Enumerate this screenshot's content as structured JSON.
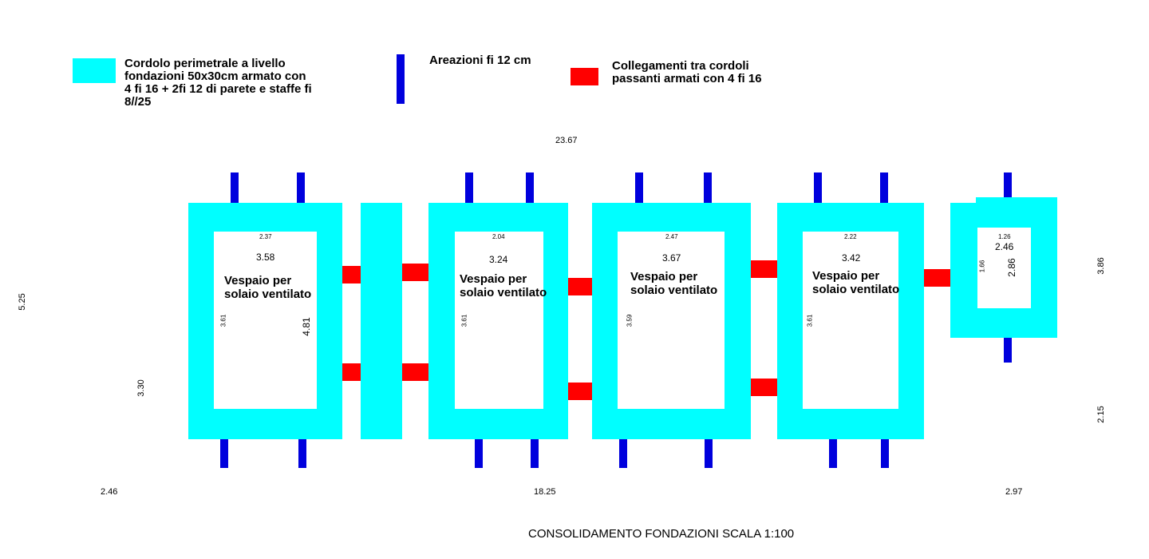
{
  "legend": {
    "cordolo": "Cordolo perimetrale a livello\nfondazioni 50x30cm armato con\n4 fi 16 + 2fi 12 di parete e staffe fi\n 8//25",
    "areazioni": "Areazioni fi 12 cm",
    "collegamenti": "Collegamenti tra cordoli\npassanti armati con 4 fi 16"
  },
  "colors": {
    "cordolo": "#00ffff",
    "areazioni": "#0000dd",
    "collegamenti": "#ff0000"
  },
  "dimensions": {
    "total_top": "23.67",
    "left_height": "5.25",
    "left_lower": "3.30",
    "bottom_left": "2.46",
    "bottom_mid": "18.25",
    "bottom_right": "2.97",
    "right_height": "3.86",
    "right_lower": "2.15"
  },
  "rooms": [
    {
      "label": "Vespaio per\nsolaio ventilato",
      "top_dim": "2.37",
      "width": "3.58",
      "side_dim": "3.61",
      "inner_height": "4.81"
    },
    {
      "label": "Vespaio per\nsolaio ventilato",
      "top_dim": "2.04",
      "width": "3.24",
      "side_dim": "3.61"
    },
    {
      "label": "Vespaio per\nsolaio ventilato",
      "top_dim": "2.47",
      "width": "3.67",
      "side_dim": "3.59"
    },
    {
      "label": "Vespaio per\nsolaio ventilato",
      "top_dim": "2.22",
      "width": "3.42",
      "side_dim": "3.61"
    }
  ],
  "small_room": {
    "top_dim": "1.26",
    "width": "2.46",
    "side_dim": "1.66",
    "height": "2.86"
  },
  "title": "CONSOLIDAMENTO FONDAZIONI SCALA 1:100"
}
